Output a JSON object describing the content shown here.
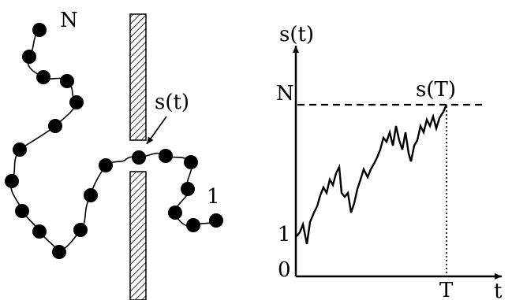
{
  "polymer": {
    "end_label_top": "N",
    "end_label_bottom": "1",
    "pore_segment_label": "s(t)"
  },
  "plot": {
    "y_axis_label": "s(t)",
    "x_axis_label": "t",
    "y_tick_N": "N",
    "y_tick_1": "1",
    "y_tick_0": "0",
    "x_tick_T": "T",
    "end_point_label": "s(T)"
  },
  "colors": {
    "ink": "#000000",
    "wall_hatch": "#000000",
    "background": "#ffffff"
  }
}
